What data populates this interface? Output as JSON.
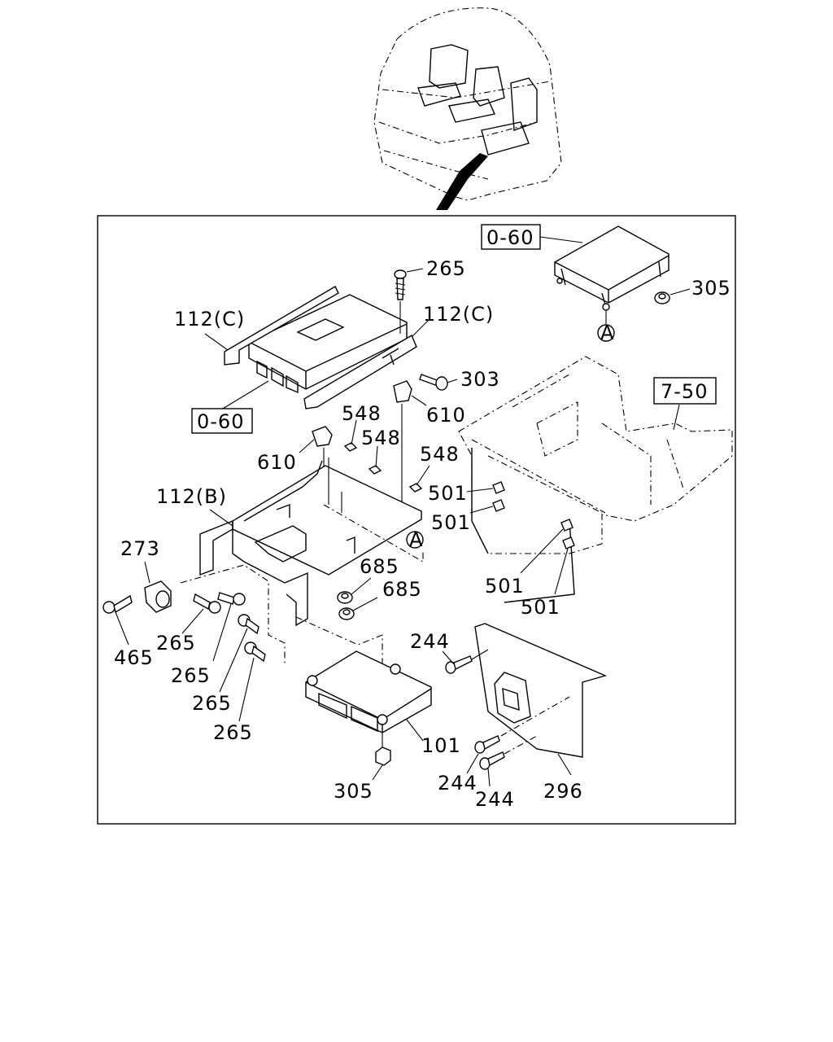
{
  "labels": {
    "ref_0_60_top": "0-60",
    "ref_0_60_left": "0-60",
    "ref_7_50": "7-50",
    "l_265_top": "265",
    "l_112c_left": "112(C)",
    "l_112c_right": "112(C)",
    "l_303": "303",
    "l_610_right": "610",
    "l_610_left": "610",
    "l_548_a": "548",
    "l_548_b": "548",
    "l_548_c": "548",
    "l_112b": "112(B)",
    "l_273": "273",
    "l_465": "465",
    "l_265_a": "265",
    "l_265_b": "265",
    "l_265_c": "265",
    "l_265_d": "265",
    "l_685_a": "685",
    "l_685_b": "685",
    "l_305_top": "305",
    "l_305_bottom": "305",
    "l_501_a": "501",
    "l_501_b": "501",
    "l_501_c": "501",
    "l_501_d": "501",
    "l_244_a": "244",
    "l_244_b": "244",
    "l_244_c": "244",
    "l_296": "296",
    "l_101": "101",
    "ref_a_top": "A",
    "ref_a_mid": "A"
  }
}
